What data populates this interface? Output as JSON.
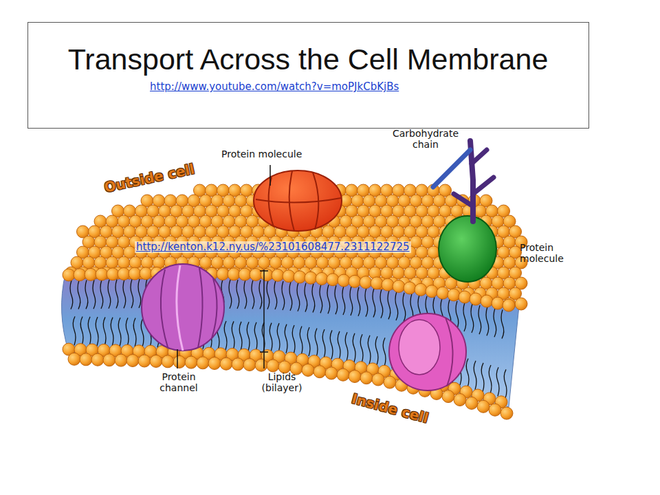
{
  "diagram": {
    "title": "Transport Across the Cell Membrane",
    "labels": [
      "http://www.youtube.com/watch?v=moPJkCbKjBs",
      "Protein molecule",
      "Carbohydrate chain",
      "Outside cell",
      "http://kenton.k12.ny.us/%23101608477.2311122725",
      "Protein molecule",
      "Protein channel",
      "Lipids (bilayer)",
      "Inside cell"
    ]
  }
}
